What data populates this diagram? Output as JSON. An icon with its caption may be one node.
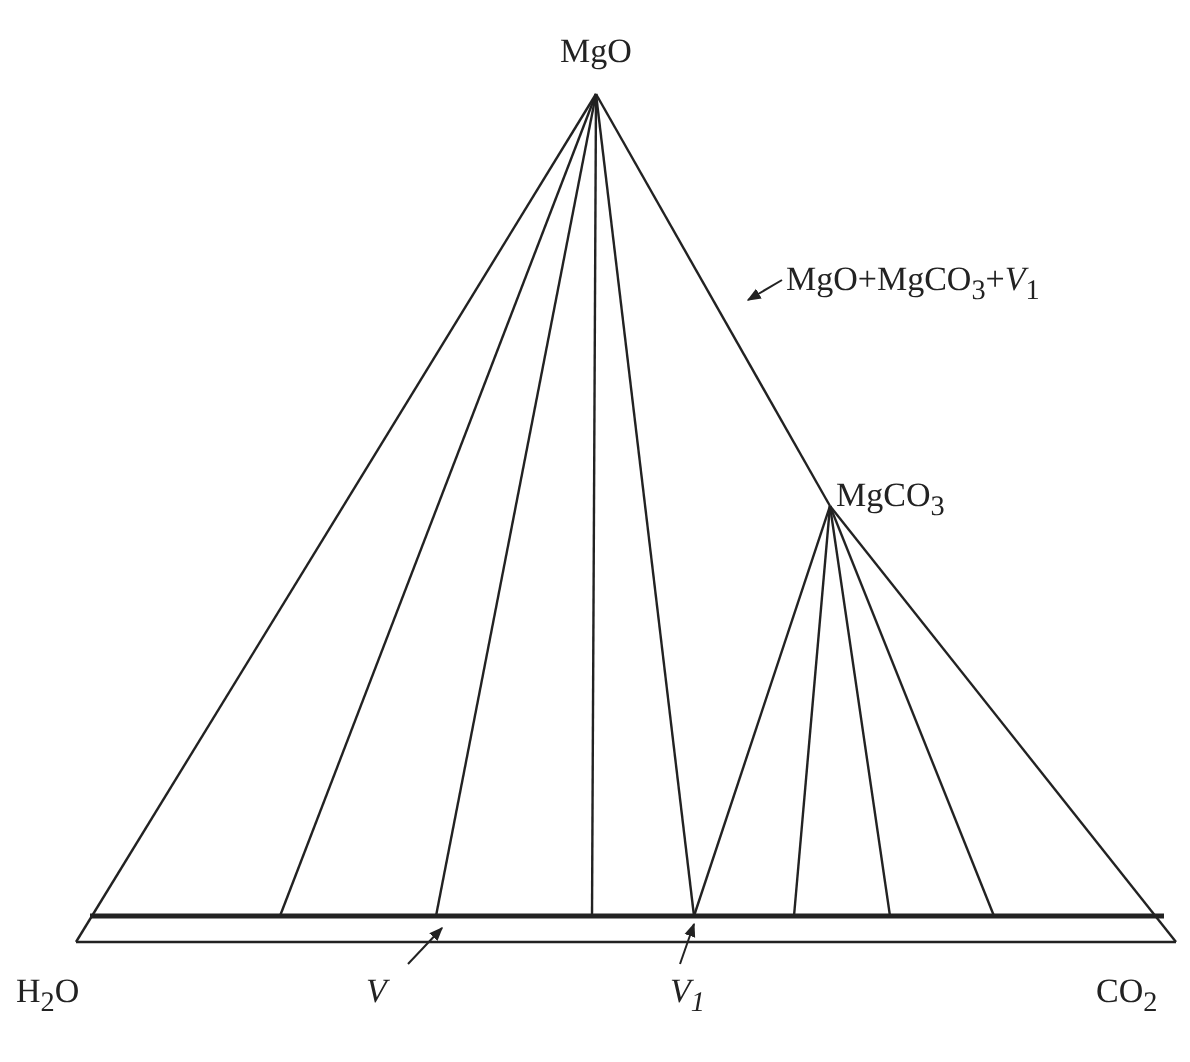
{
  "diagram": {
    "nodes": [
      {
        "text": [
          "MgO"
        ]
      },
      {
        "text": [
          "MgCO$_{3}$"
        ]
      },
      {
        "text": [
          "H$_{2}$O"
        ]
      },
      {
        "text": [
          "CO$_{2}$"
        ]
      },
      {
        "text": [
          "MgO+MgCO$_{3}$+*V*$_{1}$"
        ]
      },
      {
        "text": [
          "V"
        ]
      },
      {
        "text": [
          "V$_{1}$"
        ]
      }
    ],
    "edges": [
      {
        "from": 0,
        "to": 2,
        "arrow": "none"
      },
      {
        "from": 0,
        "to": 1,
        "arrow": "none"
      },
      {
        "from": 1,
        "to": 3,
        "arrow": "none"
      },
      {
        "from": 2,
        "to": 3,
        "arrow": "none"
      },
      {
        "from": 4,
        "to": null,
        "arrow": "to"
      },
      {
        "from": 5,
        "to": null,
        "arrow": "to"
      },
      {
        "from": 6,
        "to": null,
        "arrow": "to"
      }
    ]
  }
}
